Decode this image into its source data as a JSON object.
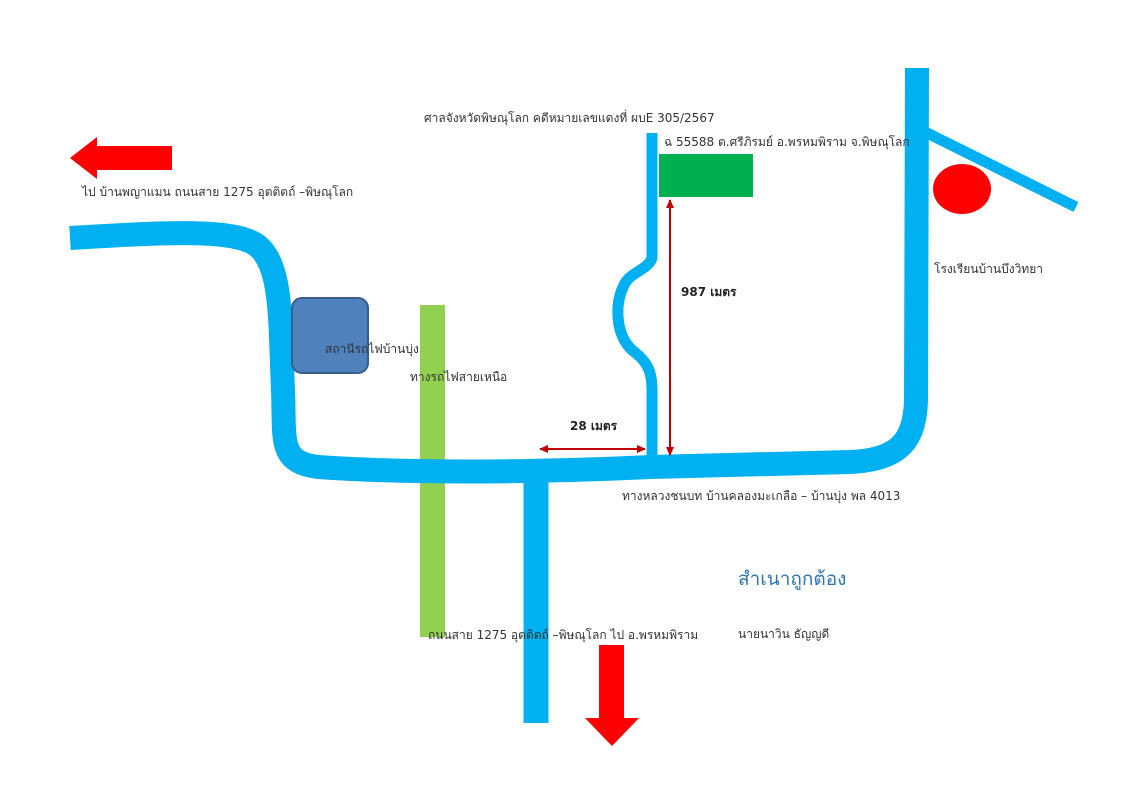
{
  "labels": {
    "court_case": "ศาลจังหวัดพิษณุโลก  คดีหมายเลขแดงที่ ผบE 305/2567",
    "land_title": "ฉ  55588  ต.ศรีภิรมย์  อ.พรหมพิราม จ.พิษณุโลก",
    "to_village": "ไป  บ้านพญาแมน  ถนนสาย 1275  อุตติตถ์ –พิษณุโลก",
    "school": "โรงเรียนบ้านบึงวิทยา",
    "station": "สถานีรถไฟบ้านบุ่ง",
    "railway": "ทางรถไฟสายเหนือ",
    "distance_987": "987  เมตร",
    "distance_28": "28  เมตร",
    "rural_road": "ทางหลวงชนบท บ้านคลองมะเกลือ – บ้านบุ่ง  พล 4013",
    "highway_south": "ถนนสาย 1275  อุตติตถ์ –พิษณุโลก   ไป อ.พรหมพิราม",
    "certified": "สำเนาถูกต้อง",
    "signer": "นายนาวิน  ธัญญดี"
  },
  "colors": {
    "road": "#00B0F0",
    "railway": "#92D050",
    "station": "#4F81BD",
    "station_border": "#385D8A",
    "plot": "#00B050",
    "school": "#FF0000",
    "arrow": "#FF0000",
    "measure": "#C00000",
    "certified_text": "#2E75B6"
  }
}
